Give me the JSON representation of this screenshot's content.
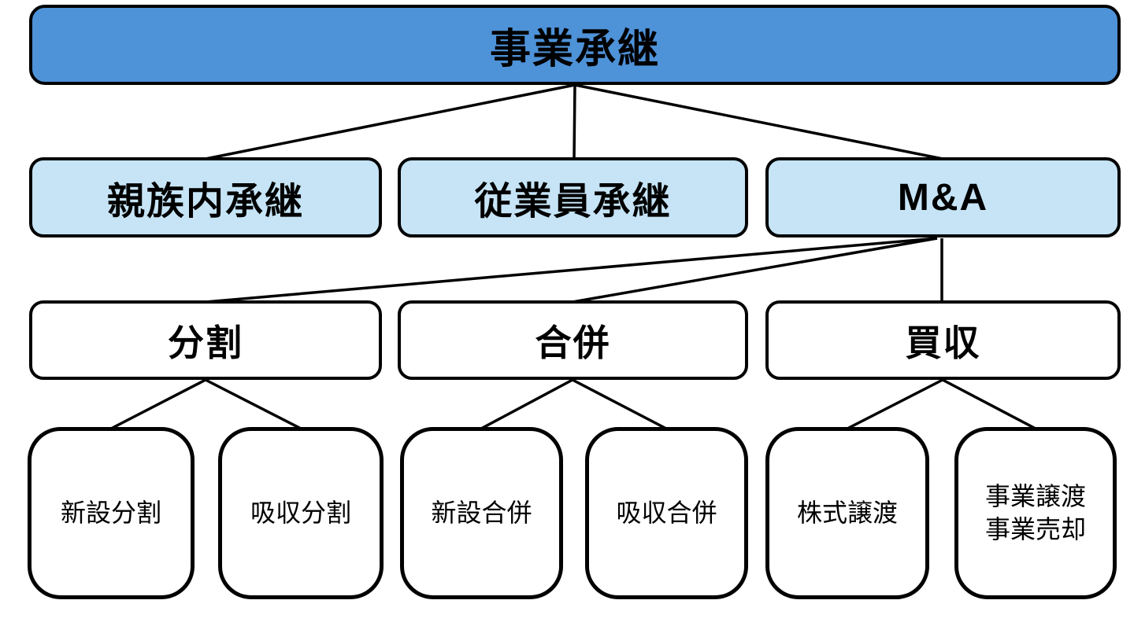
{
  "diagram": {
    "title": "事業承継",
    "colors": {
      "root_fill": "#4E92D8",
      "level2_fill": "#C6E4F6",
      "leaf_fill": "#FFFFFF",
      "border": "#000000",
      "text": "#000000"
    },
    "root": {
      "label": "事業承継"
    },
    "level2": [
      {
        "label": "親族内承継"
      },
      {
        "label": "従業員承継"
      },
      {
        "label": "M&A"
      }
    ],
    "level3": [
      {
        "label": "分割"
      },
      {
        "label": "合併"
      },
      {
        "label": "買収"
      }
    ],
    "level4": [
      {
        "label": "新設分割"
      },
      {
        "label": "吸収分割"
      },
      {
        "label": "新設合併"
      },
      {
        "label": "吸収合併"
      },
      {
        "label": "株式譲渡"
      },
      {
        "label_line1": "事業譲渡",
        "label_line2": "事業売却"
      }
    ],
    "edges": [
      "事業承継→親族内承継",
      "事業承継→従業員承継",
      "事業承継→M&A",
      "M&A→分割",
      "M&A→合併",
      "M&A→買収",
      "分割→新設分割",
      "分割→吸収分割",
      "合併→新設合併",
      "合併→吸収合併",
      "買収→株式譲渡",
      "買収→事業譲渡事業売却"
    ]
  }
}
